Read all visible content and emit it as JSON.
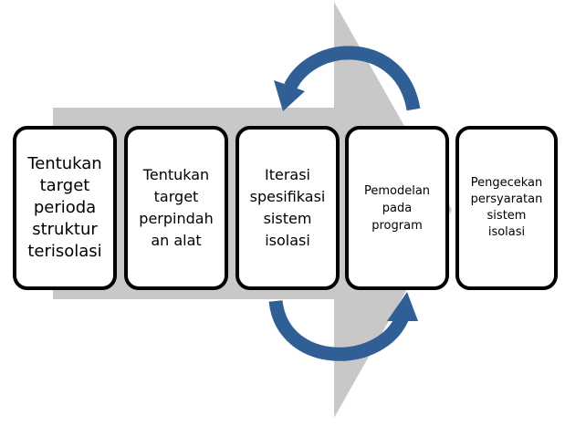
{
  "diagram": {
    "colors": {
      "big_arrow": "#c8c8c8",
      "cycle_arrow": "#2f5f95",
      "cycle_arrow_edge": "#1e3f66",
      "box_border": "#000000",
      "box_fill": "#ffffff"
    },
    "steps": [
      {
        "label": "Tentukan\ntarget\nperioda\nstruktur\nterisolasi"
      },
      {
        "label": "Tentukan\ntarget\nperpindah\nan alat"
      },
      {
        "label": "Iterasi\nspesifikasi\nsistem\nisolasi"
      },
      {
        "label": "Pemodelan\npada\nprogram"
      },
      {
        "label": "Pengecekan\npersyaratan\nsistem\nisolasi"
      }
    ]
  }
}
